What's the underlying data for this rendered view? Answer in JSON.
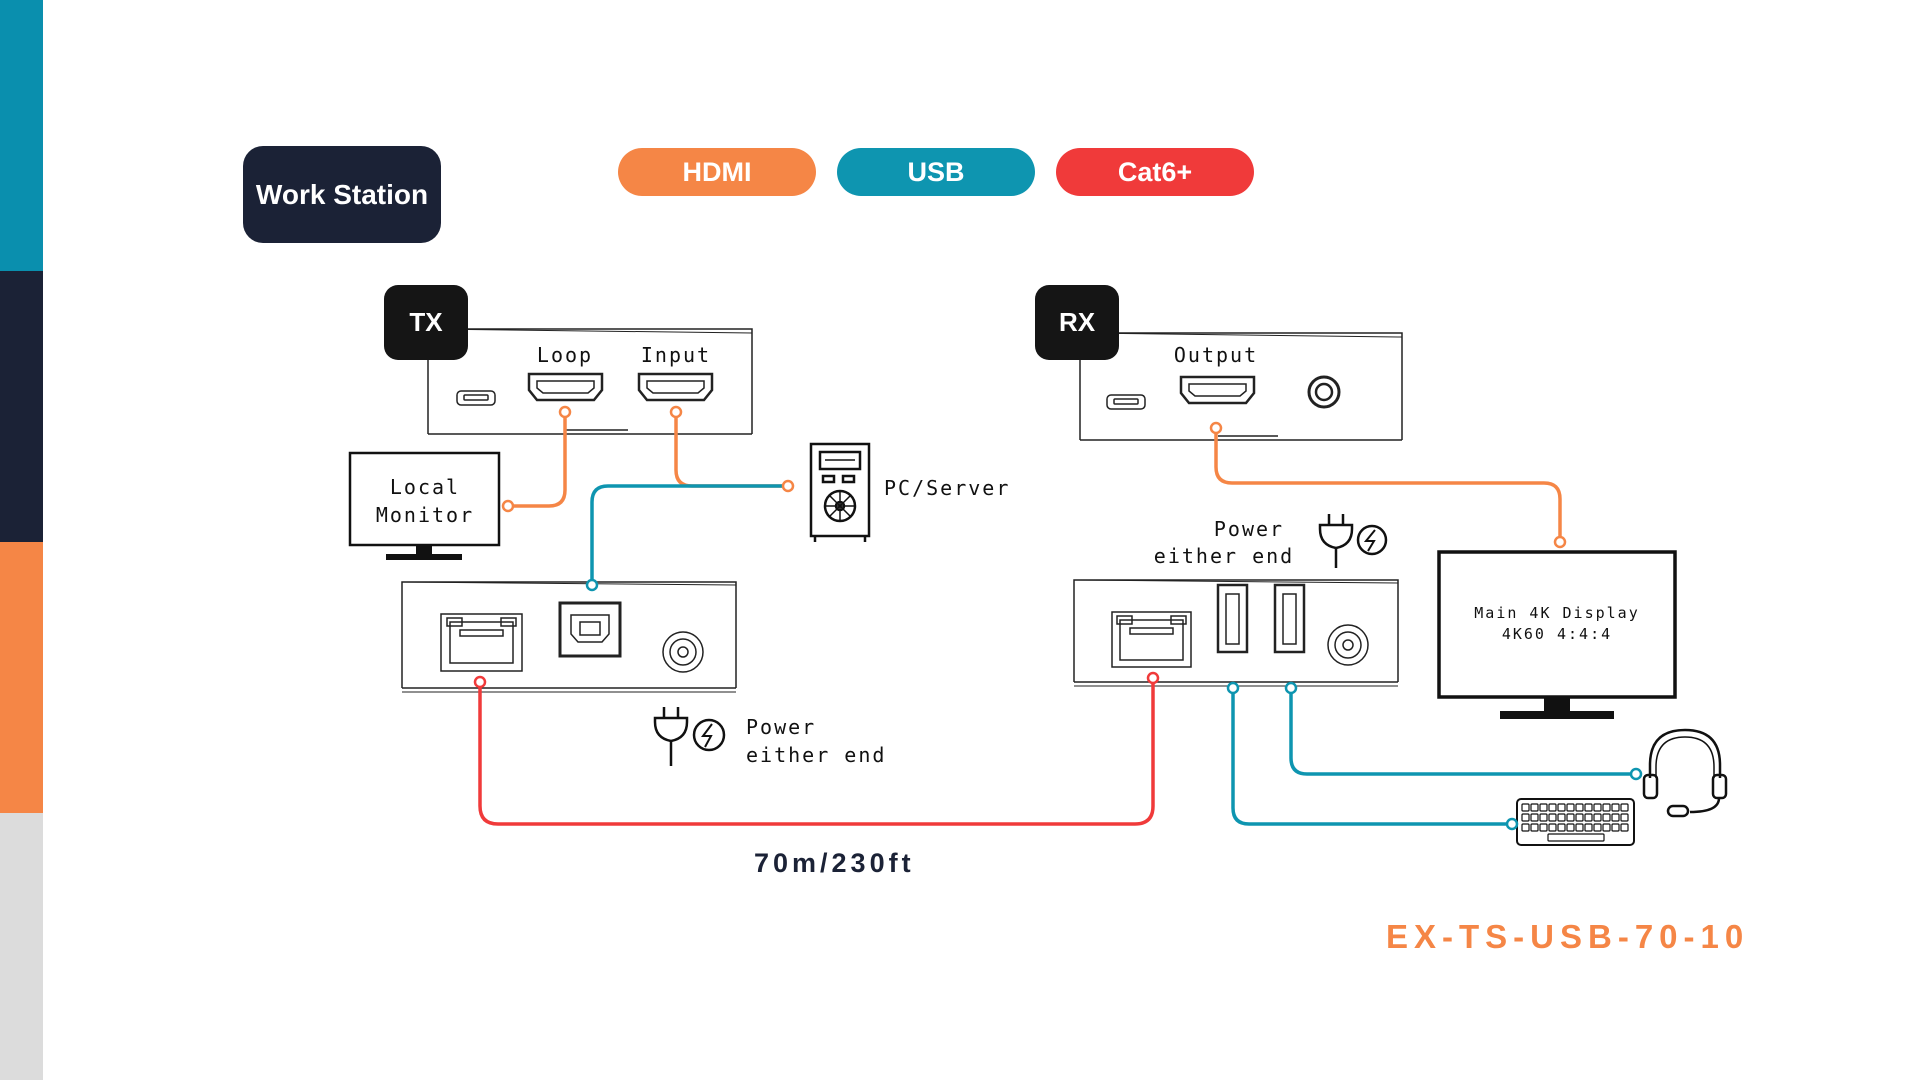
{
  "colors": {
    "sidebar": [
      "#0a8fae",
      "#1b2236",
      "#f58646",
      "#dcdcdc"
    ],
    "hdmi": "#f58646",
    "usb": "#0e95b0",
    "cat6": "#f03a3a",
    "dark": "#1b2236"
  },
  "header": {
    "workstation": "Work Station"
  },
  "legend": {
    "hdmi": "HDMI",
    "usb": "USB",
    "cat6": "Cat6+"
  },
  "tx": {
    "badge": "TX",
    "loop_label": "Loop",
    "input_label": "Input",
    "power_line1": "Power",
    "power_line2": "either end"
  },
  "rx": {
    "badge": "RX",
    "output_label": "Output",
    "power_line1": "Power",
    "power_line2": "either end"
  },
  "devices": {
    "local_monitor_line1": "Local",
    "local_monitor_line2": "Monitor",
    "pc_server": "PC/Server",
    "main_display_line1": "Main 4K Display",
    "main_display_line2": "4K60 4:4:4",
    "headset_icon": "headset-icon",
    "keyboard_icon": "keyboard-icon"
  },
  "distance": "70m/230ft",
  "model": "EX-TS-USB-70-10"
}
